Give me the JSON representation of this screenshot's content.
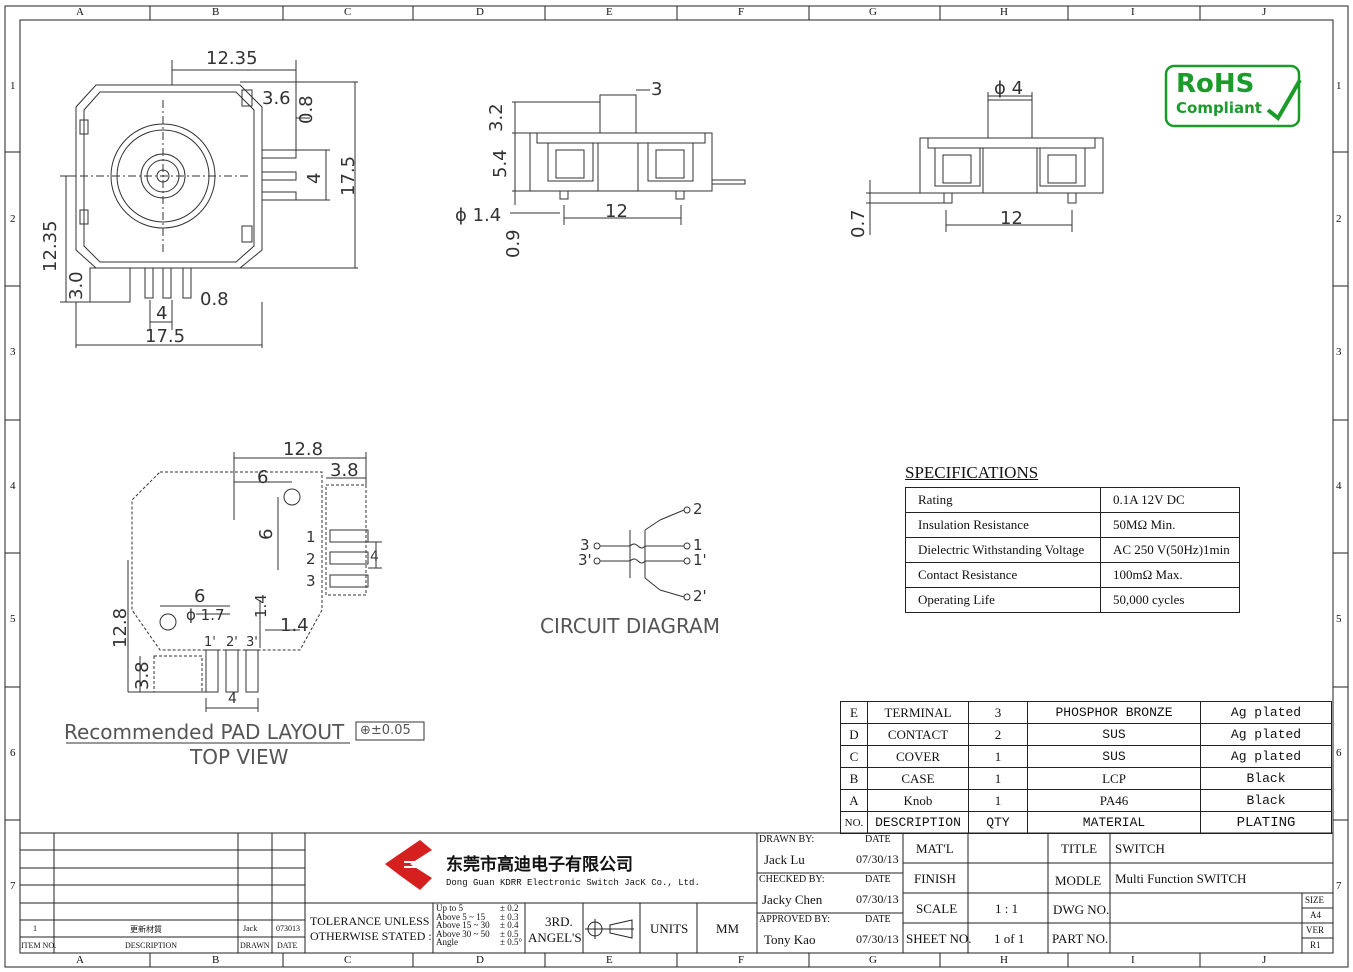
{
  "grid": {
    "columns": [
      "A",
      "B",
      "C",
      "D",
      "E",
      "F",
      "G",
      "H",
      "I",
      "J"
    ],
    "rows": [
      "1",
      "2",
      "3",
      "4",
      "5",
      "6",
      "7"
    ]
  },
  "views": {
    "top": {
      "d1": "12.35",
      "d2": "3.6",
      "d3": "0.8",
      "d4": "17.5",
      "d5": "4",
      "d6": "12.35",
      "d7": "3.0",
      "d8": "0.8",
      "d9": "4",
      "d10": "17.5"
    },
    "side1": {
      "d1": "3",
      "d2": "3.2",
      "d3": "5.4",
      "d4": "ϕ 1.4",
      "d5": "12",
      "d6": "0.9"
    },
    "side2": {
      "d1": "ϕ 4",
      "d2": "0.7",
      "d3": "12"
    },
    "pad": {
      "d1": "12.8",
      "d2": "6",
      "d3": "3.8",
      "d4": "6",
      "d5": "1",
      "d6": "2",
      "d7": "3",
      "d8": "4",
      "d9": "6",
      "d10": "ϕ 1.7",
      "d11": "1.4",
      "d12": "1.4",
      "d13": "12.8",
      "d14": "3.8",
      "d15": "1'",
      "d16": "2'",
      "d17": "3'",
      "d18": "4",
      "caption": "Recommended PAD LAYOUT",
      "tolerance": "⊕±0.05",
      "view": "TOP VIEW"
    },
    "circuit": {
      "p2": "2",
      "p1": "1",
      "p1b": "1'",
      "p2b": "2'",
      "p3": "3",
      "p3b": "3'",
      "caption": "CIRCUIT DIAGRAM"
    }
  },
  "rohs": {
    "line1": "RoHS",
    "line2": "Compliant"
  },
  "specs": {
    "title": "SPECIFICATIONS",
    "rows": [
      {
        "k": "Rating",
        "v": "0.1A 12V DC"
      },
      {
        "k": "Insulation Resistance",
        "v": "50MΩ Min."
      },
      {
        "k": "Dielectric Withstanding Voltage",
        "v": "AC 250 V(50Hz)1min"
      },
      {
        "k": "Contact Resistance",
        "v": "100mΩ Max."
      },
      {
        "k": "Operating Life",
        "v": "50,000 cycles"
      }
    ]
  },
  "bom": {
    "rows": [
      {
        "no": "E",
        "desc": "TERMINAL",
        "qty": "3",
        "mat": "PHOSPHOR BRONZE",
        "plat": "Ag plated"
      },
      {
        "no": "D",
        "desc": "CONTACT",
        "qty": "2",
        "mat": "SUS",
        "plat": "Ag plated"
      },
      {
        "no": "C",
        "desc": "COVER",
        "qty": "1",
        "mat": "SUS",
        "plat": "Ag plated"
      },
      {
        "no": "B",
        "desc": "CASE",
        "qty": "1",
        "mat": "LCP",
        "plat": "Black"
      },
      {
        "no": "A",
        "desc": "Knob",
        "qty": "1",
        "mat": "PA46",
        "plat": "Black"
      }
    ],
    "header": {
      "no": "NO.",
      "desc": "DESCRIPTION",
      "qty": "QTY",
      "mat": "MATERIAL",
      "plat": "PLATING"
    }
  },
  "revision": {
    "item": "1",
    "desc": "更新材質",
    "drawn": "Jack",
    "date": "073013",
    "h_item": "ITEM NO.",
    "h_desc": "DESCRIPTION",
    "h_drawn": "DRAWN",
    "h_date": "DATE"
  },
  "company": {
    "cn": "东莞市高迪电子有限公司",
    "en": "Dong Guan KDRR  Electronic Switch JacK Co., Ltd."
  },
  "tolerance": {
    "label1": "TOLERANCE UNLESS",
    "label2": "OTHERWISE STATED :",
    "r1": "Up to 5",
    "r2": "Above 5  ~ 15",
    "r3": "Above 15 ~ 30",
    "r4": "Above 30 ~ 50",
    "r5": "Angle",
    "t1": "± 0.2",
    "t2": "± 0.3",
    "t3": "± 0.4",
    "t4": "± 0.5",
    "t5": "± 0.5°",
    "angle1": "3RD.",
    "angle2": "ANGEL'S",
    "units": "UNITS",
    "mm": "MM"
  },
  "signoff": {
    "drawn_by": "DRAWN BY:",
    "date_h": "DATE",
    "drawn": "Jack  Lu",
    "drawn_date": "07/30/13",
    "checked_by": "CHECKED BY:",
    "checked": "Jacky Chen",
    "checked_date": "07/30/13",
    "approved_by": "APPROVED BY:",
    "approved": "Tony Kao",
    "approved_date": "07/30/13"
  },
  "titleblock": {
    "matl": "MAT'L",
    "finish": "FINISH",
    "scale": "SCALE",
    "scale_v": "1 : 1",
    "sheet": "SHEET NO.",
    "sheet_v": "1 of 1",
    "title": "TITLE",
    "title_v": "SWITCH",
    "modle": "MODLE",
    "modle_v": "Multi Function   SWITCH",
    "dwg": "DWG NO.",
    "part": "PART NO.",
    "size": "SIZE",
    "size_v": "A4",
    "ver": "VER",
    "ver_v": "R1"
  }
}
